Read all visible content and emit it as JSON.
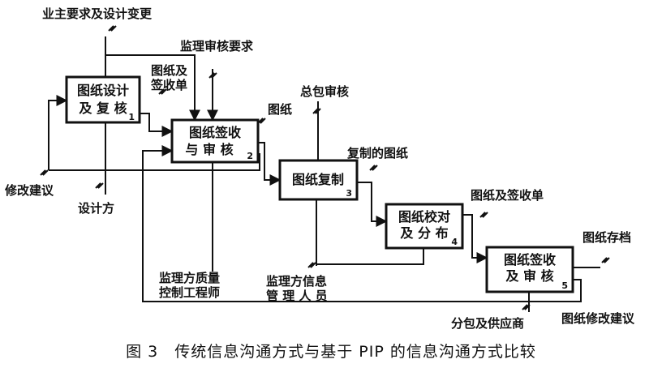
{
  "caption": "图 3　传统信息沟通方式与基于 PIP 的信息沟通方式比较",
  "boxes": [
    {
      "line1": "图纸设计",
      "line2": "及 复 核",
      "num": "1"
    },
    {
      "line1": "图纸签收",
      "line2": "与 审 核",
      "num": "2"
    },
    {
      "line1": "图纸复制",
      "line2": "",
      "num": "3"
    },
    {
      "line1": "图纸校对",
      "line2": "及 分 布",
      "num": "4"
    },
    {
      "line1": "图纸签收",
      "line2": "及 审 核",
      "num": "5"
    }
  ],
  "labels": {
    "owner_req": "业主要求及设计变更",
    "supervisor_req": "监理审核要求",
    "drawing_receipt_1": "图纸及",
    "drawing_receipt_2": "签收单",
    "gc_review": "总包审核",
    "drawing": "图纸",
    "copied_drawing": "复制的图纸",
    "drawing_receipt": "图纸及签收单",
    "archive": "图纸存档",
    "modify_suggest": "修改建议",
    "designer": "设计方",
    "qc_engineer_1": "监理方质量",
    "qc_engineer_2": "控制工程师",
    "info_manager_1": "监理方信息",
    "info_manager_2": "管 理 人 员",
    "subcontractor": "分包及供应商",
    "revision_suggest": "图纸修改建议"
  }
}
